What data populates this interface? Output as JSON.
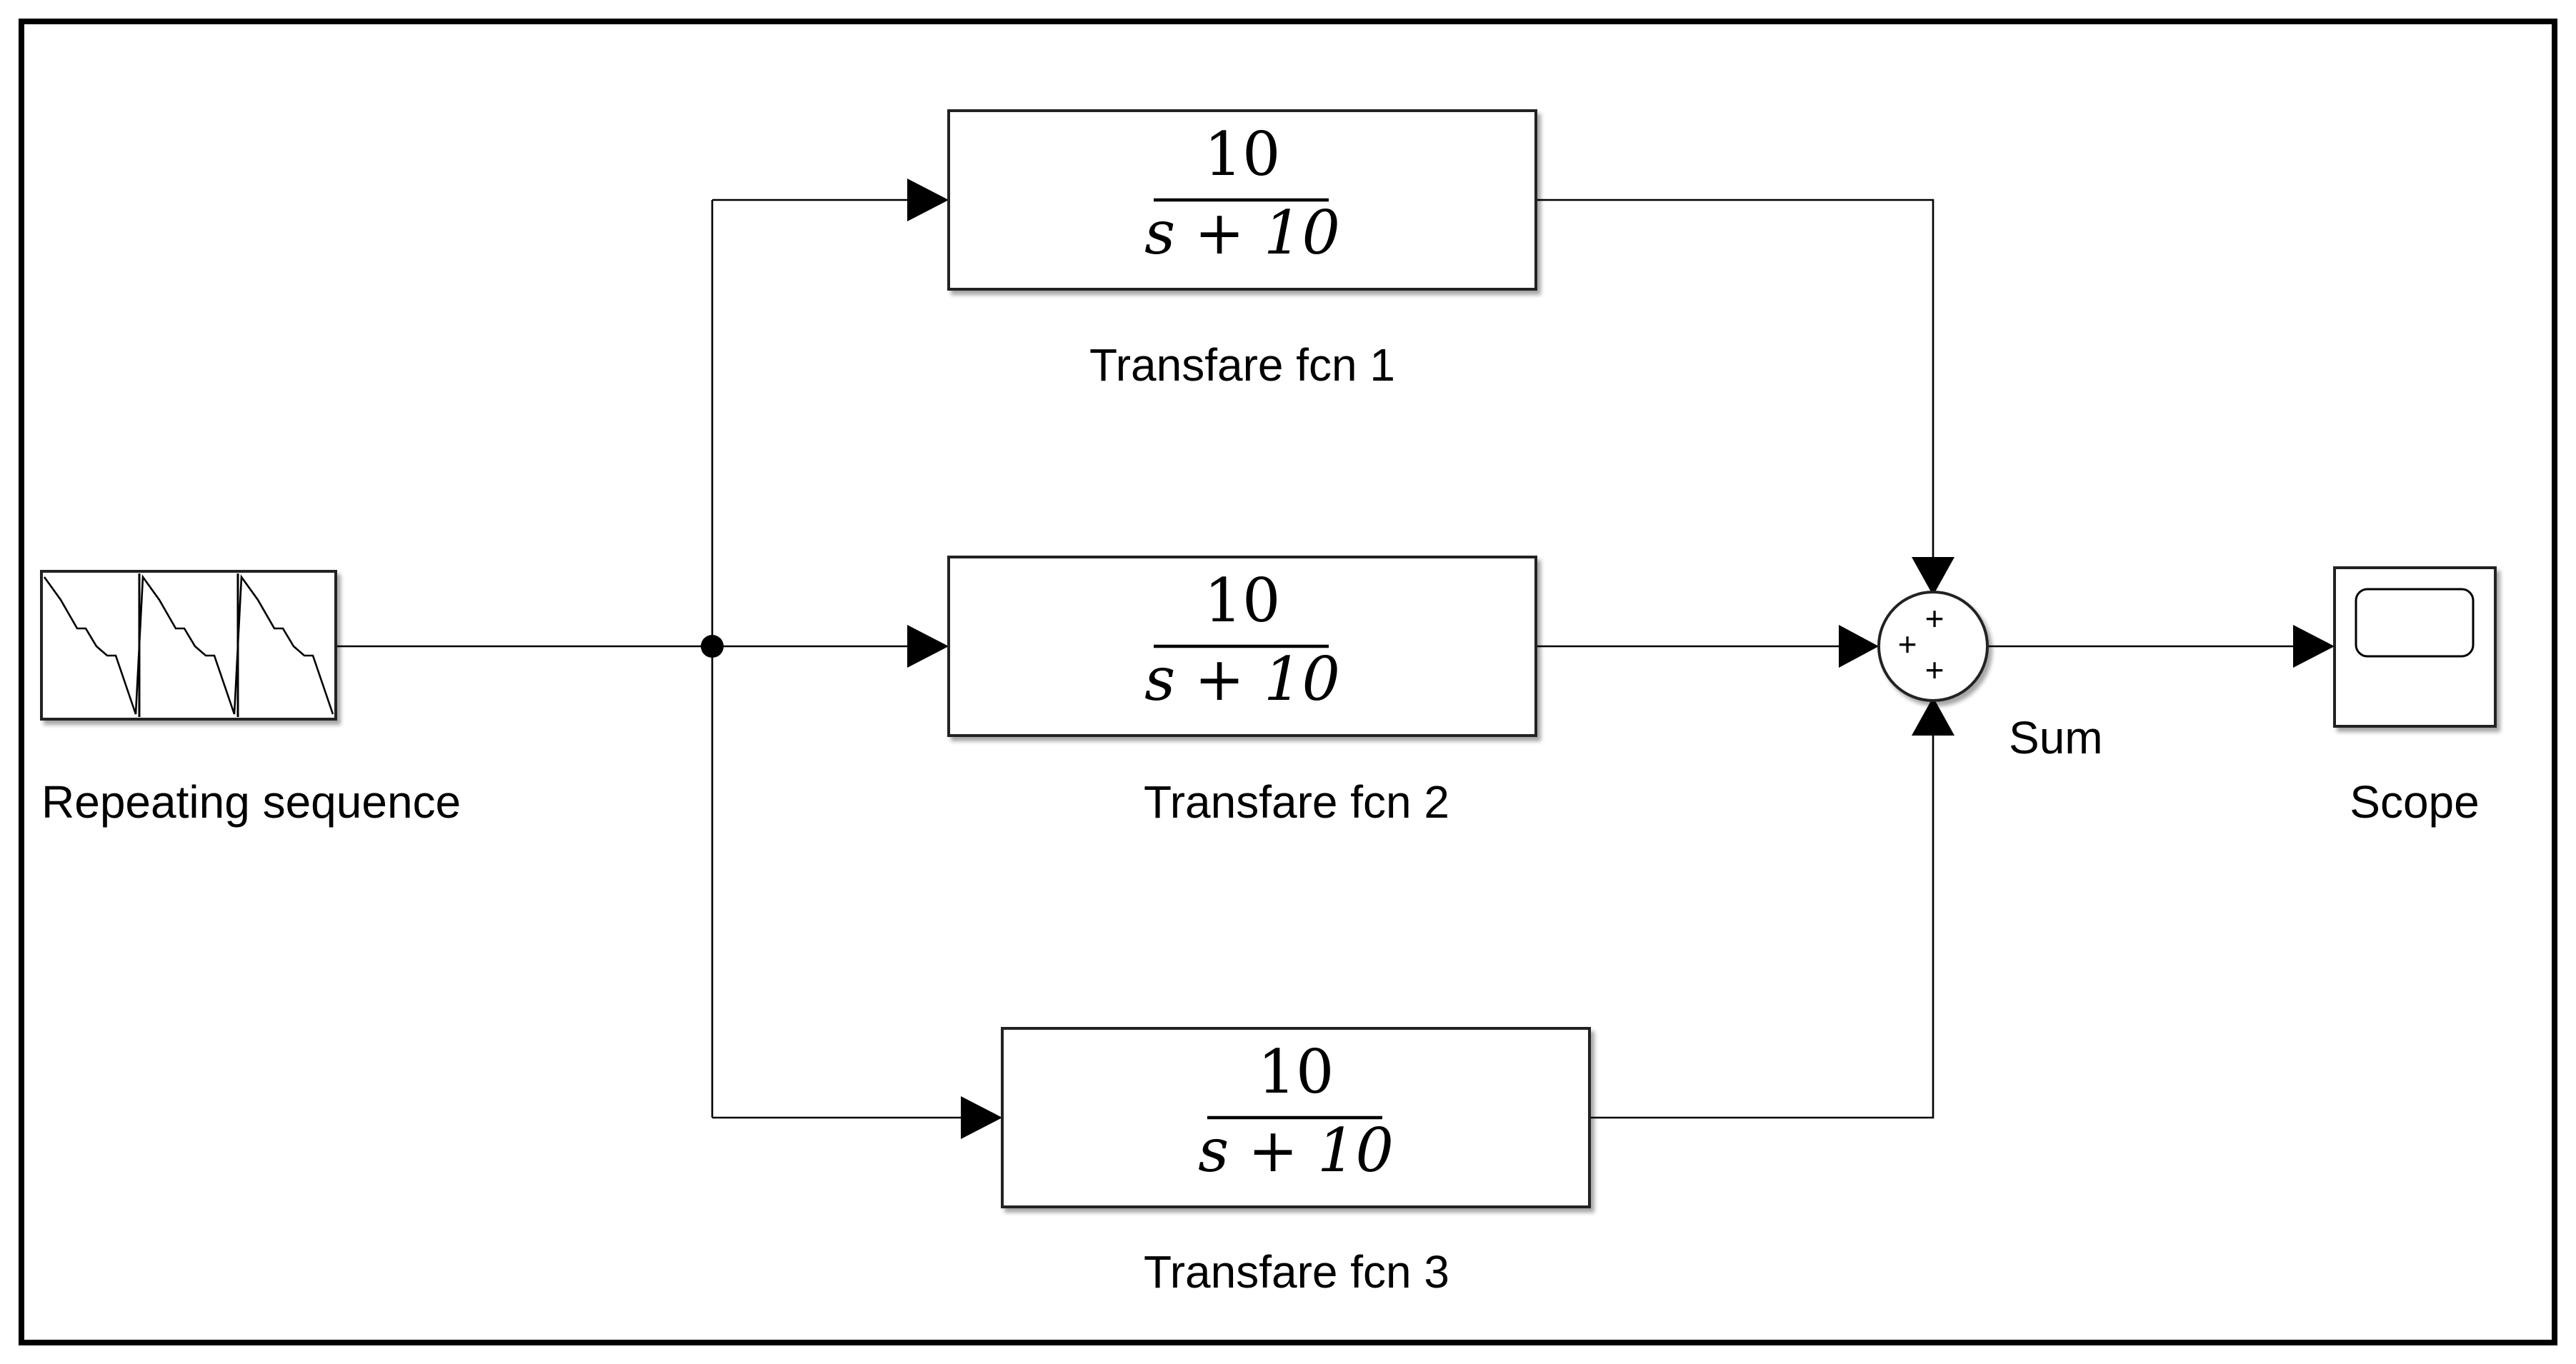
{
  "blocks": {
    "repeating_sequence": {
      "label": "Repeating sequence"
    },
    "tf1": {
      "label": "Transfare fcn 1",
      "numerator": "10",
      "denominator": "s + 10"
    },
    "tf2": {
      "label": "Transfare fcn 2",
      "numerator": "10",
      "denominator": "s + 10"
    },
    "tf3": {
      "label": "Transfare fcn 3",
      "numerator": "10",
      "denominator": "s + 10"
    },
    "sum": {
      "label": "Sum",
      "signs": [
        "+",
        "+",
        "+"
      ]
    },
    "scope": {
      "label": "Scope"
    }
  },
  "colors": {
    "line": "#000000",
    "block_fill": "#ffffff",
    "background": "#ffffff"
  }
}
